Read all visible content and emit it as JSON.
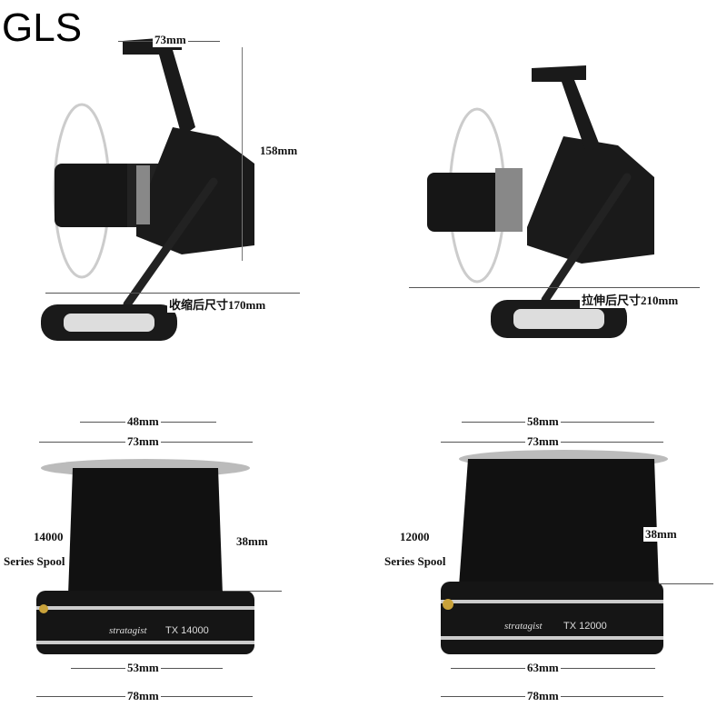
{
  "brand": "GLS",
  "reels": {
    "left": {
      "handle_width": "73mm",
      "height": "158mm",
      "length_label": "收缩后尺寸170mm"
    },
    "right": {
      "length_label": "拉伸后尺寸210mm"
    }
  },
  "spools": [
    {
      "series_number": "14000",
      "series_label": "Series Spool",
      "inner_top": "48mm",
      "outer_top": "73mm",
      "depth": "38mm",
      "inner_bottom": "53mm",
      "outer_bottom": "78mm",
      "model_text": "TX 14000",
      "logo_text": "stratagist"
    },
    {
      "series_number": "12000",
      "series_label": "Series Spool",
      "inner_top": "58mm",
      "outer_top": "73mm",
      "depth": "38mm",
      "inner_bottom": "63mm",
      "outer_bottom": "78mm",
      "model_text": "TX 12000",
      "logo_text": "stratagist"
    }
  ],
  "colors": {
    "reel_body": "#141414",
    "trim": "#c8c8c8",
    "dimension_line": "#555555"
  }
}
